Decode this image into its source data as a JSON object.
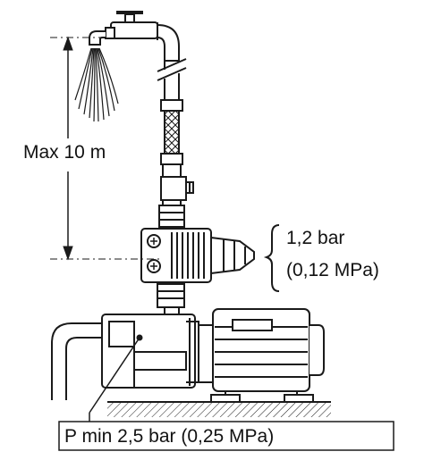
{
  "labels": {
    "max_height": "Max 10 m",
    "set_pressure_bar": "1,2 bar",
    "set_pressure_mpa": "(0,12 MPa)",
    "min_inlet_pressure": "P min 2,5 bar (0,25 MPa)"
  },
  "colors": {
    "line": "#1a1a1a",
    "text": "#111111",
    "background": "#ffffff"
  },
  "icons": [
    "faucet-icon",
    "water-spray-icon",
    "gauge-icon"
  ]
}
